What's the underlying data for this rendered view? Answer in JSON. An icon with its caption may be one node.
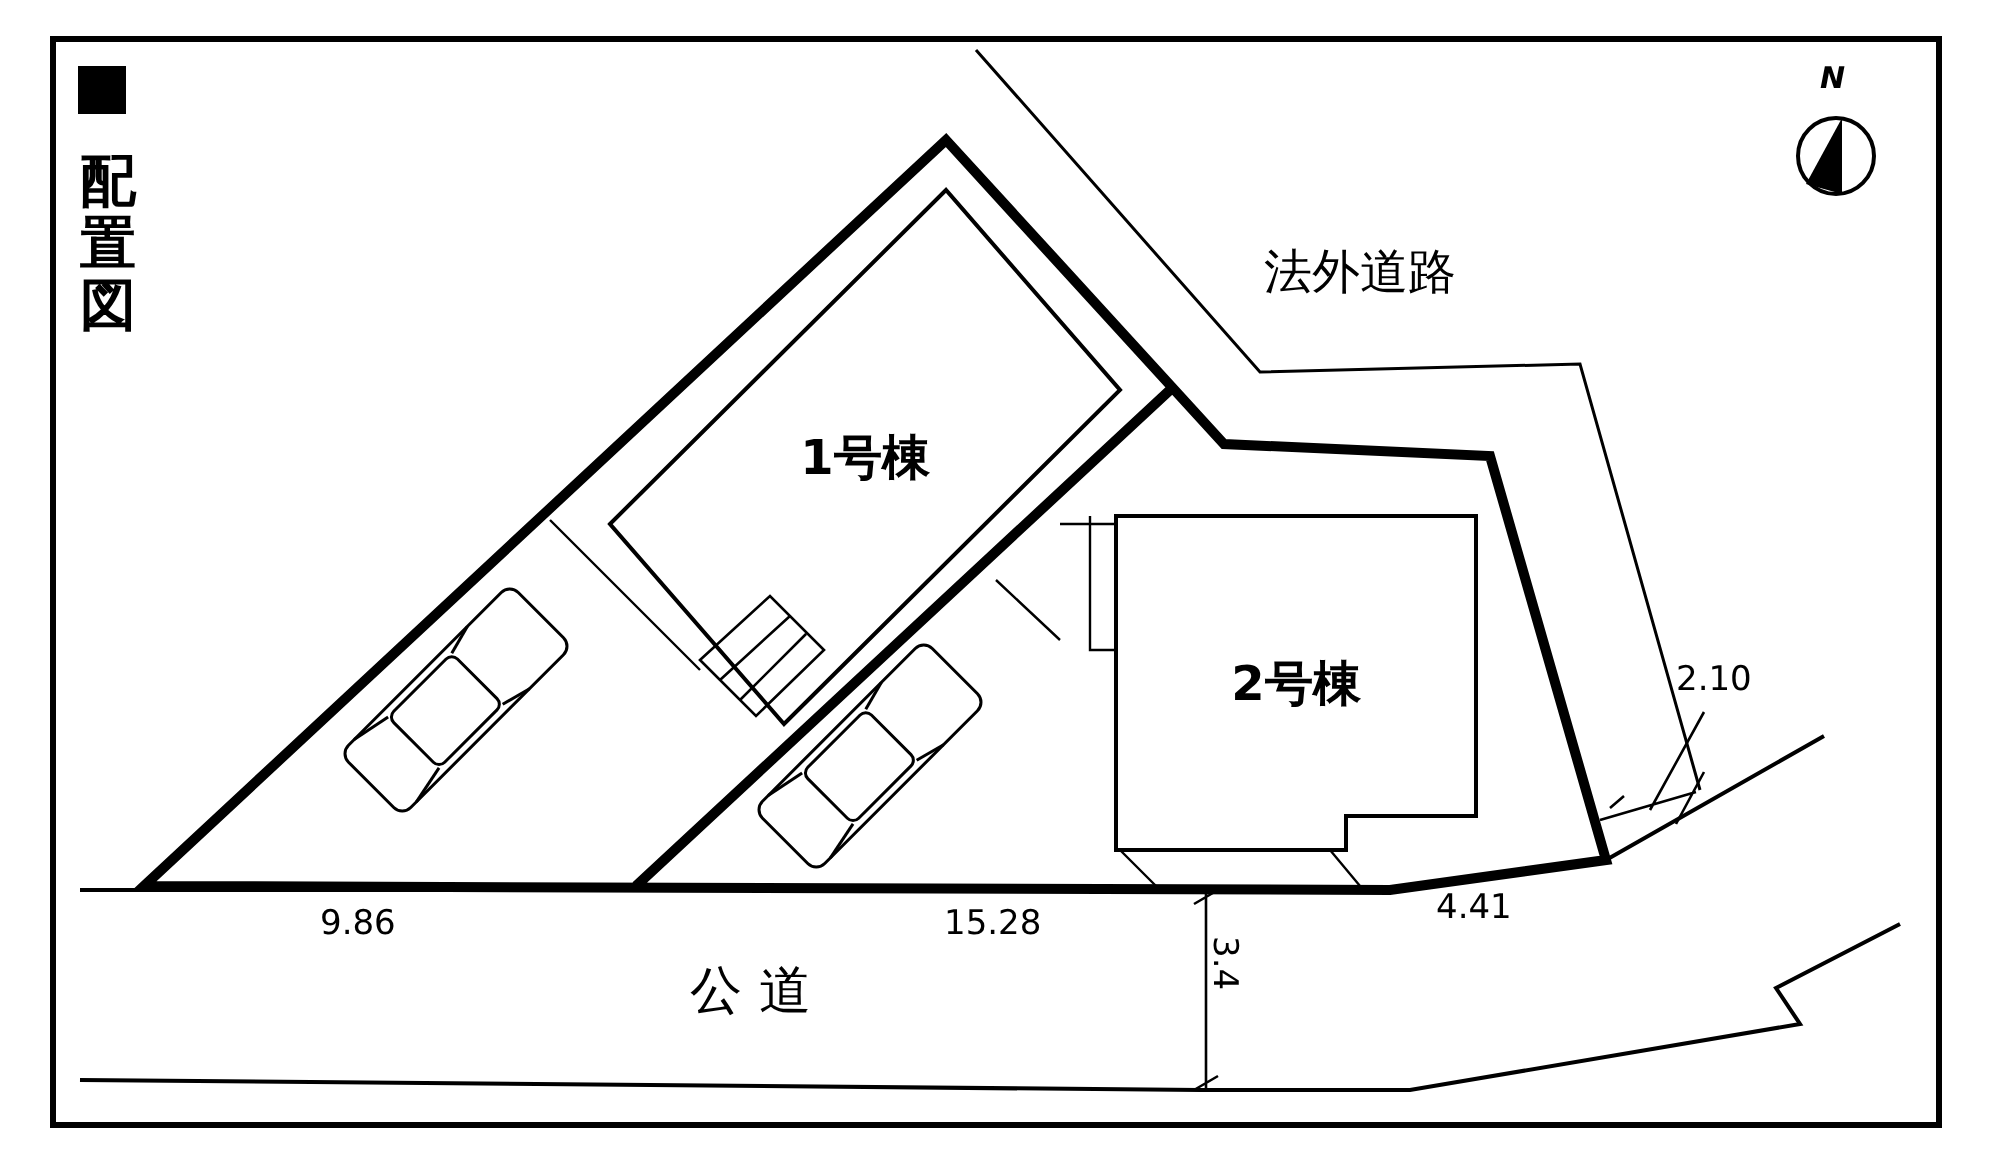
{
  "diagram": {
    "title": "配置図",
    "nodes": [
      {
        "text": [
          "1号棟"
        ]
      },
      {
        "text": [
          "2号棟"
        ]
      }
    ],
    "labels": [
      "法外道路",
      "2.10",
      "9.86",
      "15.28",
      "4.41",
      "公 道",
      "3.4",
      "N"
    ]
  }
}
